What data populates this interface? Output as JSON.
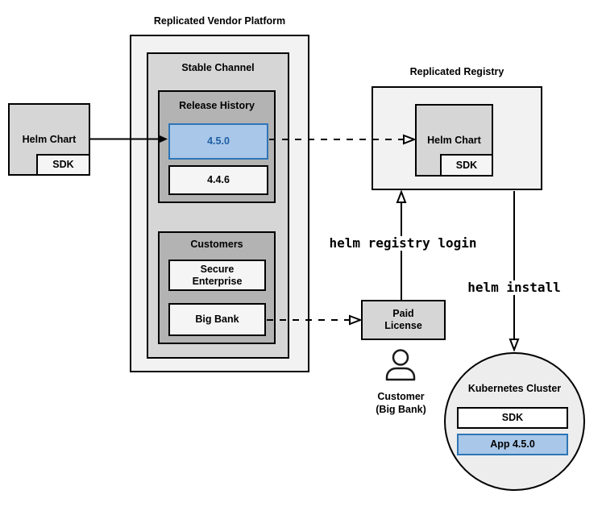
{
  "colors": {
    "accent_fill": "#a9c7e8",
    "accent_border": "#2e75b6",
    "accent_text": "#1d5fa7",
    "box_light": "#f2f2f2",
    "box_mid": "#d6d6d6",
    "box_dark": "#b3b3b3",
    "item_fill": "#f5f5f5",
    "cluster_fill": "#ededed",
    "line": "#000000"
  },
  "platform": {
    "title": "Replicated Vendor Platform",
    "stable_channel_title": "Stable Channel",
    "release_history_title": "Release History",
    "releases": [
      {
        "version": "4.5.0",
        "highlighted": true
      },
      {
        "version": "4.4.6",
        "highlighted": false
      }
    ],
    "customers_title": "Customers",
    "customers": [
      {
        "name": "Secure\nEnterprise"
      },
      {
        "name": "Big Bank"
      }
    ]
  },
  "vendor_chart": {
    "label": "Helm Chart",
    "sdk_label": "SDK"
  },
  "registry": {
    "title": "Replicated Registry",
    "chart_label": "Helm Chart",
    "sdk_label": "SDK"
  },
  "paid_license": {
    "label": "Paid\nLicense"
  },
  "customer": {
    "label": "Customer\n(Big Bank)"
  },
  "commands": {
    "registry_login": "helm registry login",
    "install": "helm install"
  },
  "cluster": {
    "title": "Kubernetes Cluster",
    "sdk_label": "SDK",
    "app_label": "App 4.5.0"
  }
}
